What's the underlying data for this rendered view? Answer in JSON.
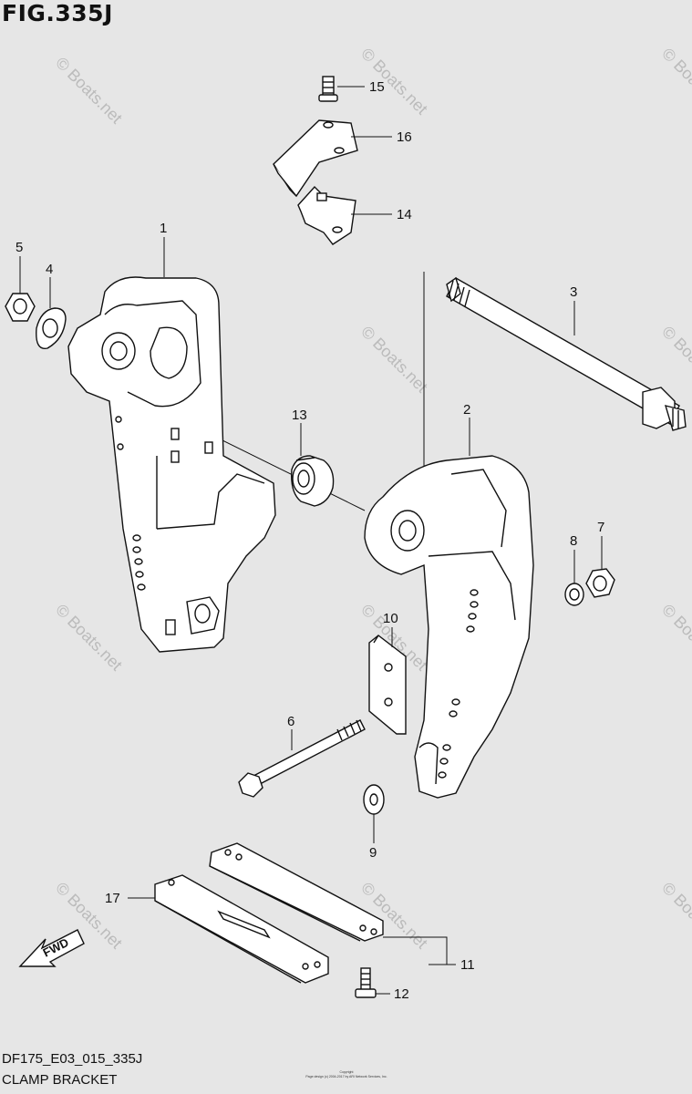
{
  "figure": {
    "title": "FIG.335J",
    "code": "DF175_E03_015_335J",
    "name": "CLAMP BRACKET",
    "copyright_lines": [
      "Copyright",
      "Page design (c) 2004-2017 by ARI Network Services, Inc."
    ]
  },
  "watermark": {
    "text": "© Boats.net"
  },
  "callouts": {
    "p1": "1",
    "p2": "2",
    "p3": "3",
    "p4": "4",
    "p5": "5",
    "p6": "6",
    "p7": "7",
    "p8": "8",
    "p9": "9",
    "p10": "10",
    "p11": "11",
    "p12": "12",
    "p13": "13",
    "p14": "14",
    "p15": "15",
    "p16": "16",
    "p17": "17"
  },
  "direction_label": "FWD",
  "colors": {
    "background": "#e6e6e6",
    "line": "#111111",
    "part_fill": "#ffffff",
    "watermark": "#bbbbbb"
  }
}
